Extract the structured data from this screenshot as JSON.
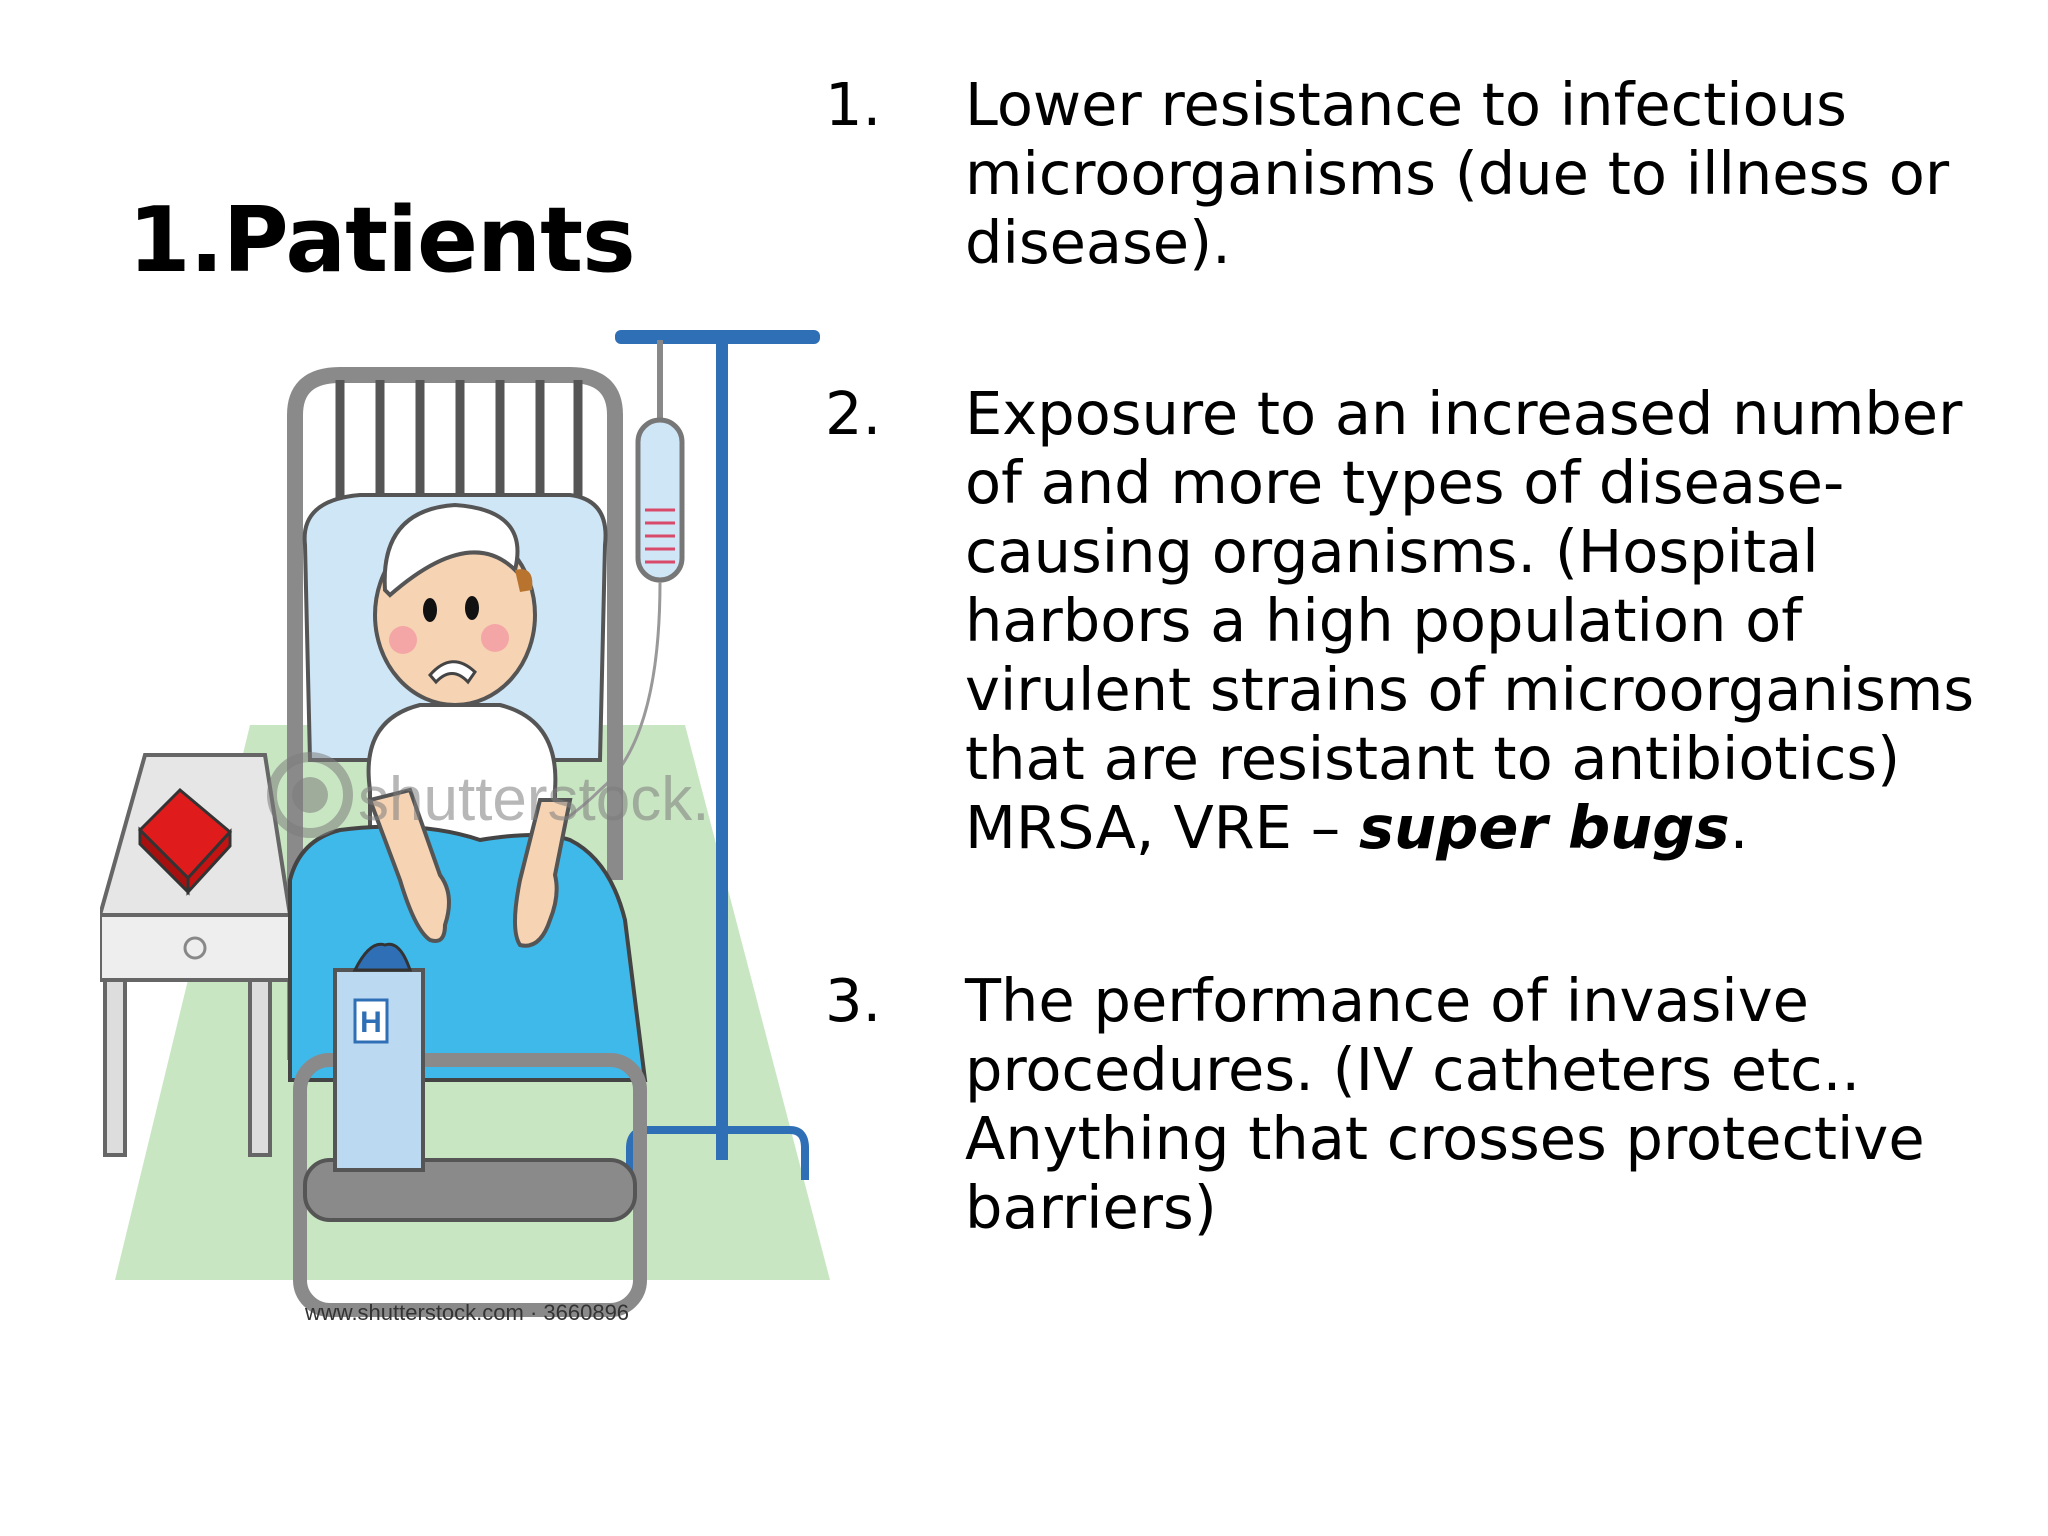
{
  "slide": {
    "title": "1.Patients",
    "points": [
      {
        "number": "1.",
        "text": "Lower resistance to infectious microorganisms (due to illness or disease)."
      },
      {
        "number": "2.",
        "text": "Exposure to an increased number of and more types of disease-causing organisms. (Hospital harbors a high population of virulent strains of microorganisms that are resistant to antibiotics) MRSA, VRE – ",
        "emphasis": "super bugs",
        "trailing": "."
      },
      {
        "number": "3.",
        "text": "The performance of invasive procedures. (IV catheters etc.. Anything that crosses protective barriers)"
      }
    ]
  },
  "illustration": {
    "watermark": "shutterstock.",
    "credit": "www.shutterstock.com · 3660896",
    "clipboard_letter": "H",
    "colors": {
      "floor": "#c9e6c3",
      "blanket": "#3fb8ea",
      "pillow": "#cfe6f7",
      "bed_frame": "#8a8a8a",
      "iv_pole": "#2f6fb5",
      "box": "#e01b1b",
      "skin": "#f5d3b3"
    }
  }
}
